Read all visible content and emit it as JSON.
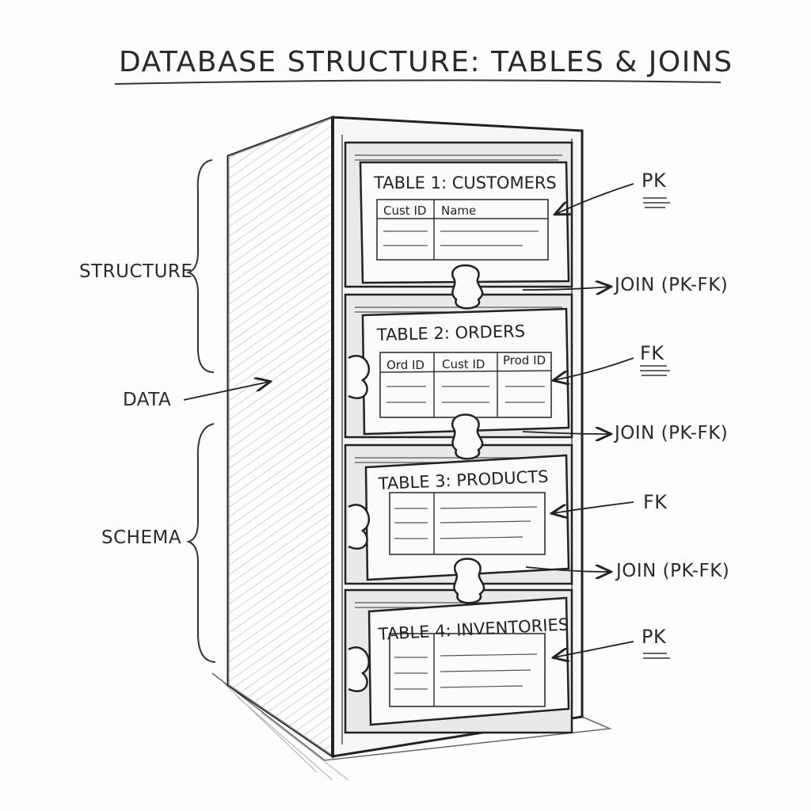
{
  "title": "DATABASE STRUCTURE: TABLES & JOINS",
  "side_labels": {
    "structure": "STRUCTURE",
    "data": "DATA",
    "schema": "SCHEMA"
  },
  "tables": [
    {
      "title": "TABLE 1: CUSTOMERS",
      "columns": [
        "Cust ID",
        "Name"
      ],
      "key": "PK"
    },
    {
      "title": "TABLE 2: ORDERS",
      "columns": [
        "Ord ID",
        "Cust ID",
        "Prod ID"
      ],
      "key": "FK"
    },
    {
      "title": "TABLE 3: PRODUCTS",
      "columns": [],
      "key": "FK"
    },
    {
      "title": "TABLE 4: INVENTORIES",
      "columns": [],
      "key": "PK"
    }
  ],
  "joins": [
    "JOIN (PK-FK)",
    "JOIN (PK-FK)",
    "JOIN (PK-FK)"
  ],
  "colors": {
    "ink": "#222222",
    "paper": "#fdfdfc",
    "shade": "#9a9a9a"
  }
}
